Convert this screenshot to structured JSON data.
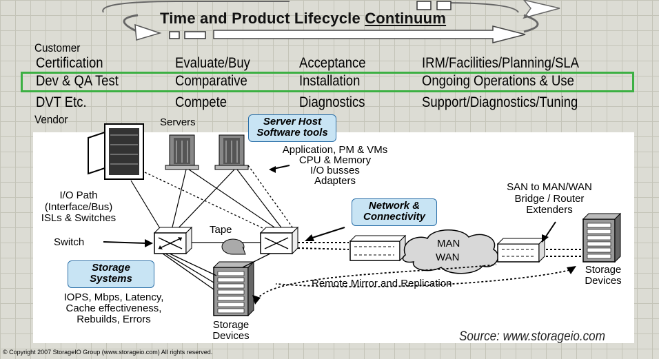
{
  "title": {
    "part1": "Time and Product Lifecycle ",
    "part2": "Continuum"
  },
  "customer_label": "Customer",
  "vendor_label": "Vendor",
  "rows": [
    [
      "Certification",
      "Evaluate/Buy",
      "Acceptance",
      "IRM/Facilities/Planning/SLA"
    ],
    [
      "Dev & QA Test",
      "Comparative",
      "Installation",
      "Ongoing Operations & Use"
    ],
    [
      "DVT Etc.",
      "Compete",
      "Diagnostics",
      "Support/Diagnostics/Tuning"
    ]
  ],
  "diagram": {
    "servers": "Servers",
    "server_host_tag": "Server Host\nSoftware tools",
    "server_host_details": [
      "Application, PM & VMs",
      "CPU & Memory",
      "I/O busses",
      "Adapters"
    ],
    "io_path": [
      "I/O Path",
      "(Interface/Bus)",
      "ISLs & Switches"
    ],
    "switch": "Switch",
    "tape": "Tape",
    "network_tag": "Network &\nConnectivity",
    "san_to_man": [
      "SAN to MAN/WAN",
      "Bridge / Router",
      "Extenders"
    ],
    "man": "MAN",
    "wan": "WAN",
    "storage_tag": "Storage\nSystems",
    "storage_details": [
      "IOPS, Mbps, Latency,",
      "Cache effectiveness,",
      "Rebuilds, Errors"
    ],
    "storage_devices": [
      "Storage",
      "Devices"
    ],
    "remote_mirror": "Remote Mirror and Replication",
    "storage_devices_right": [
      "Storage",
      "Devices"
    ]
  },
  "source": "Source: www.storageio.com",
  "copyright": "© Copyright 2007 StorageIO Group (www.storageio.com) All rights reserved.",
  "colors": {
    "highlight_border": "#3cb043",
    "tag_fill": "#c8e4f4",
    "tag_border": "#2a6fa8"
  }
}
